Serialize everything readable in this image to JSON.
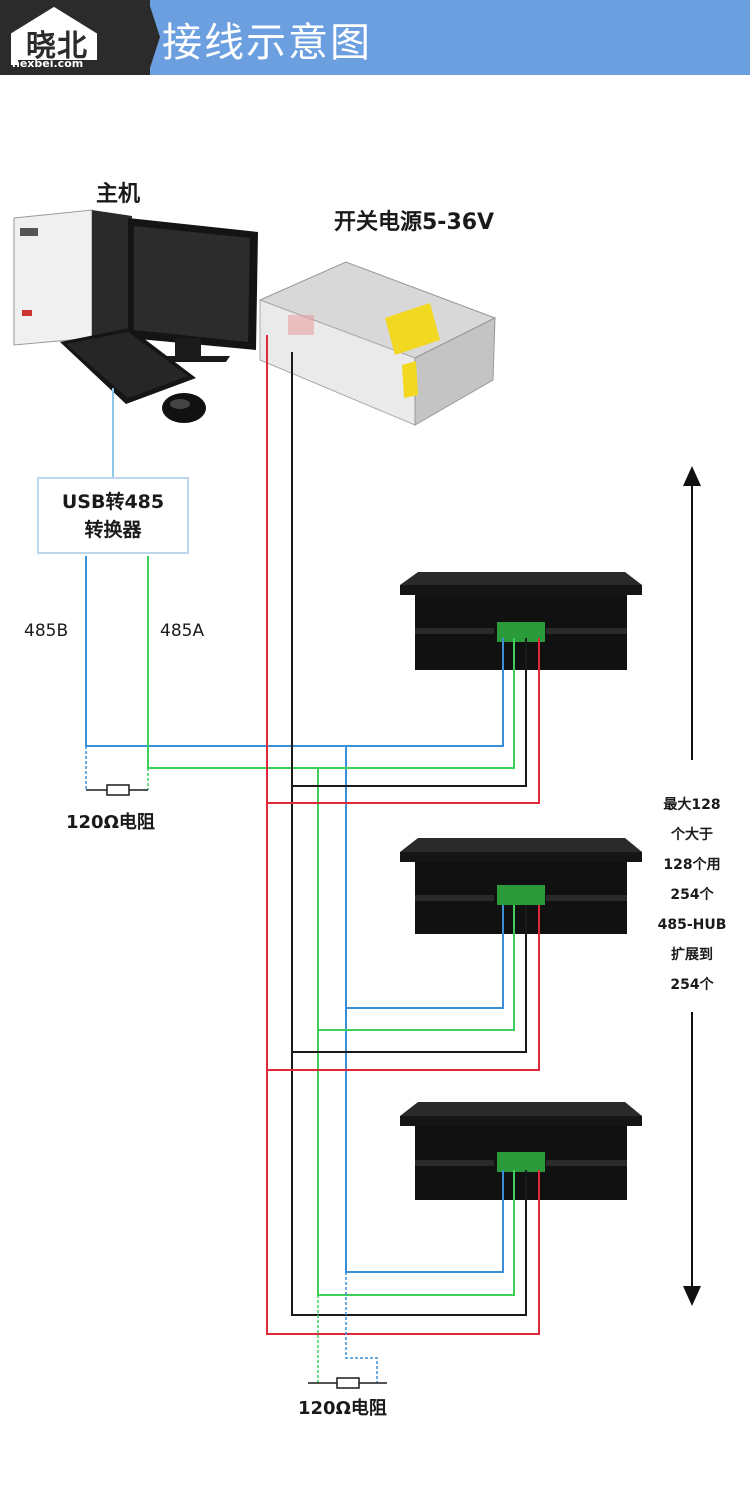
{
  "header": {
    "logo_text": "晓北",
    "logo_url": "hexbei.com",
    "title": "接线示意图"
  },
  "diagram": {
    "host_label": "主机",
    "power_label": "开关电源5-36V",
    "converter_line1": "USB转485",
    "converter_line2": "转换器",
    "label_485b": "485B",
    "label_485a": "485A",
    "resistor_top": "120Ω电阻",
    "resistor_bottom": "120Ω电阻",
    "side_note": [
      "最大128",
      "个大于",
      "128个用",
      "254个",
      "485-HUB",
      "扩展到",
      "254个"
    ]
  },
  "colors": {
    "header_bg": "#6b9fe0",
    "wire_485b": "#3a8fd8",
    "wire_485a": "#3ccf5a",
    "wire_power_neg": "#1a1a1a",
    "wire_power_pos": "#e0283a"
  }
}
